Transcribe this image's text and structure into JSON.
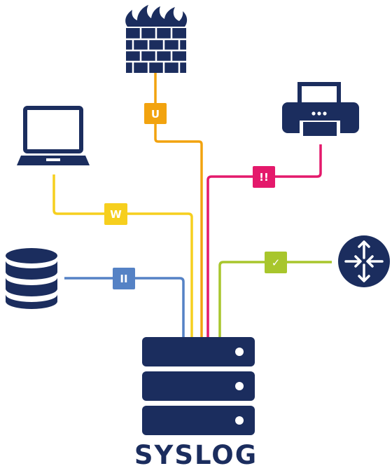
{
  "caption": "SYSLOG",
  "badges": {
    "firewall": "U",
    "laptop": "W",
    "printer": "!!",
    "database": "II",
    "router": "✓"
  },
  "colors": {
    "navy": "#1b2d5e",
    "orange": "#f2a30f",
    "yellow": "#f6cf1e",
    "pink": "#e4196b",
    "blue": "#5582c5",
    "lime": "#a8c62c",
    "flame": "#1b2d5e"
  },
  "icons": [
    "firewall-icon",
    "laptop-icon",
    "printer-icon",
    "database-icon",
    "router-icon",
    "server-icon"
  ]
}
